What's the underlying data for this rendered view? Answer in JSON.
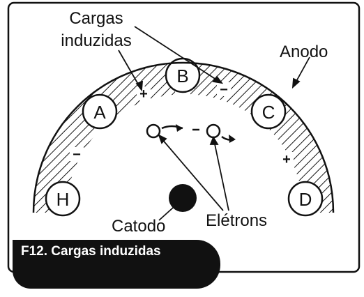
{
  "labels": {
    "induced_charges_line1": "Cargas",
    "induced_charges_line2": "induzidas",
    "anode": "Anodo",
    "cathode": "Catodo",
    "electrons": "Elétrons"
  },
  "cavities": [
    "A",
    "B",
    "C",
    "D",
    "H"
  ],
  "charge_signs": {
    "left_upper": "+",
    "right_upper": "−",
    "left_lower": "−",
    "right_lower": "+"
  },
  "caption": "F12. Cargas induzidas",
  "colors": {
    "ink": "#111111",
    "background": "#ffffff"
  }
}
